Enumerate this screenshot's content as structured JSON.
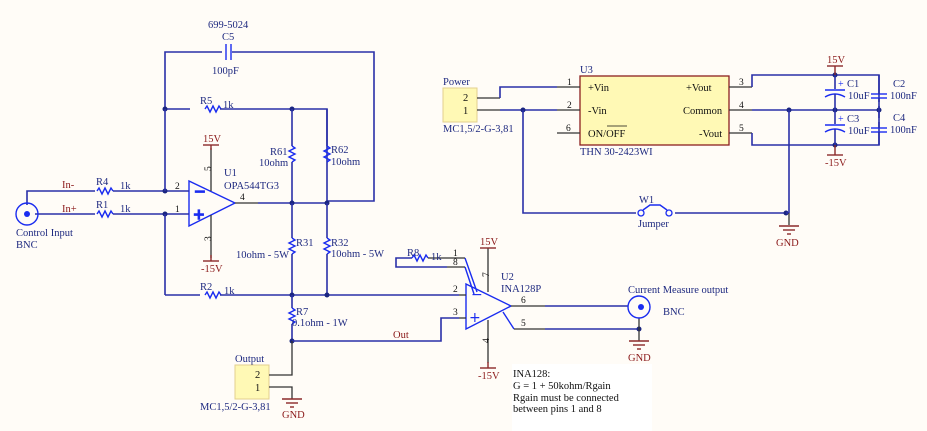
{
  "components": {
    "c5": {
      "ref": "C5",
      "part": "699-5024",
      "value": "100pF"
    },
    "r5": {
      "ref": "R5",
      "value": "1k"
    },
    "r4": {
      "ref": "R4",
      "value": "1k",
      "net": "In-"
    },
    "r1": {
      "ref": "R1",
      "value": "1k",
      "net": "In+"
    },
    "r2": {
      "ref": "R2",
      "value": "1k"
    },
    "r61": {
      "ref": "R61",
      "value": "10ohm"
    },
    "r62": {
      "ref": "R62",
      "value": "10ohm"
    },
    "r31": {
      "ref": "R31",
      "value": "10ohm - 5W"
    },
    "r32": {
      "ref": "R32",
      "value": "10ohm - 5W"
    },
    "r7": {
      "ref": "R7",
      "value": "0.1ohm - 1W"
    },
    "r8": {
      "ref": "R8",
      "value": "1k"
    },
    "u1": {
      "ref": "U1",
      "part": "OPA544TG3",
      "pins": {
        "inv": "2",
        "noninv": "1",
        "out": "4",
        "vpos": "5",
        "vneg": "3"
      }
    },
    "u2": {
      "ref": "U2",
      "part": "INA128P",
      "pins": {
        "rg1": "1",
        "rg8": "8",
        "inv": "2",
        "noninv": "3",
        "out": "6",
        "ref": "5",
        "vpos": "7",
        "vneg": "4"
      }
    },
    "u3": {
      "ref": "U3",
      "part": "THN 30-2423WI",
      "pins_left": [
        {
          "no": "1",
          "name": "+Vin"
        },
        {
          "no": "2",
          "name": "-Vin"
        },
        {
          "no": "6",
          "name": "ON/OFF"
        }
      ],
      "pins_right": [
        {
          "no": "3",
          "name": "+Vout"
        },
        {
          "no": "4",
          "name": "Common"
        },
        {
          "no": "5",
          "name": "-Vout"
        }
      ]
    },
    "c1": {
      "ref": "C1",
      "value": "10uF"
    },
    "c2": {
      "ref": "C2",
      "value": "100nF"
    },
    "c3": {
      "ref": "C3",
      "value": "10uF"
    },
    "c4": {
      "ref": "C4",
      "value": "100nF"
    },
    "w1": {
      "ref": "W1",
      "value": "Jumper"
    },
    "power_conn": {
      "title": "Power",
      "part": "MC1,5/2-G-3,81",
      "pins": [
        "2",
        "1"
      ]
    },
    "output_conn": {
      "title": "Output",
      "part": "MC1,5/2-G-3,81",
      "pins": [
        "2",
        "1"
      ]
    },
    "bnc_in": {
      "title": "Control Input",
      "type": "BNC"
    },
    "bnc_out": {
      "title": "Current Measure output",
      "type": "BNC"
    }
  },
  "nets": {
    "pos": "15V",
    "neg": "-15V",
    "gnd": "GND",
    "out": "Out",
    "in_neg": "In-",
    "in_pos": "In+"
  },
  "note": {
    "line1": "INA128:",
    "line2": "G = 1 + 50kohm/Rgain",
    "line3": "Rgain must be connected",
    "line4": "between pins 1 and 8"
  }
}
